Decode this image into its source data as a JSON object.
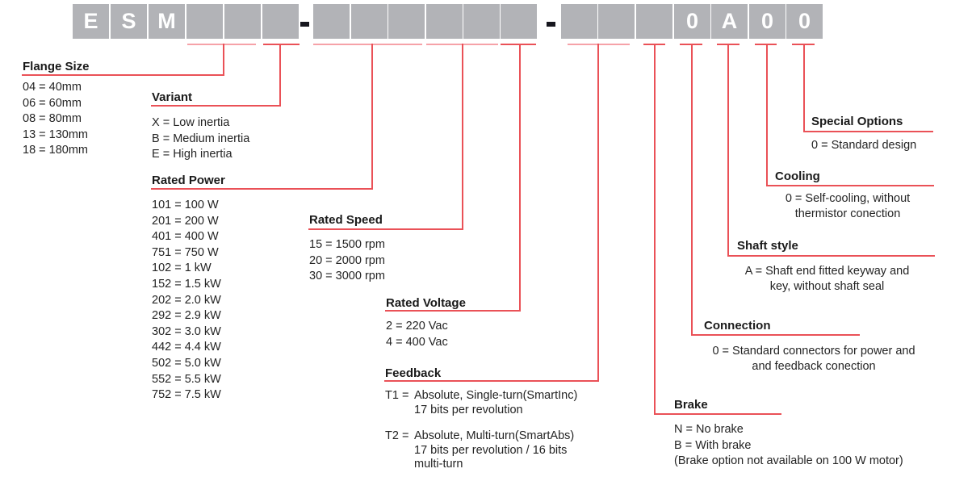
{
  "colors": {
    "box_gray": "#b2b3b7",
    "box_text": "#ffffff",
    "dash": "#16161e",
    "red": "#ea5157",
    "red_light": "#f6a2a8",
    "title_text": "#1a1a1a",
    "body_text": "#242424"
  },
  "model_code": {
    "boxes": [
      "E",
      "S",
      "M",
      "",
      "",
      "",
      "",
      "",
      "",
      "",
      "",
      "",
      "",
      "",
      "",
      "0",
      "A",
      "0",
      "0"
    ],
    "separator": "-"
  },
  "sections": {
    "flange": {
      "title": "Flange Size",
      "items": [
        "04 = 40mm",
        "06 = 60mm",
        "08 = 80mm",
        "13 = 130mm",
        "18 = 180mm"
      ]
    },
    "variant": {
      "title": "Variant",
      "items": [
        "X = Low inertia",
        "B = Medium inertia",
        "E = High inertia"
      ]
    },
    "power": {
      "title": "Rated Power",
      "items": [
        "101 = 100 W",
        "201 = 200 W",
        "401 = 400 W",
        "751 = 750 W",
        "102 = 1 kW",
        "152 = 1.5 kW",
        "202 = 2.0 kW",
        "292 = 2.9 kW",
        "302 = 3.0 kW",
        "442 = 4.4 kW",
        "502 = 5.0 kW",
        "552 = 5.5 kW",
        "752 = 7.5 kW"
      ]
    },
    "speed": {
      "title": "Rated Speed",
      "items": [
        "15 = 1500 rpm",
        "20 = 2000 rpm",
        "30 = 3000 rpm"
      ]
    },
    "voltage": {
      "title": "Rated Voltage",
      "items": [
        "2 = 220 Vac",
        "4 = 400 Vac"
      ]
    },
    "feedback": {
      "title": "Feedback",
      "entries": [
        {
          "code": "T1 =",
          "lines": [
            "Absolute, Single-turn(SmartInc)",
            "17 bits per revolution"
          ]
        },
        {
          "code": "T2 =",
          "lines": [
            "Absolute, Multi-turn(SmartAbs)",
            "17 bits per revolution / 16 bits",
            "multi-turn"
          ]
        }
      ]
    },
    "brake": {
      "title": "Brake",
      "items": [
        "N = No brake",
        "B = With brake",
        "(Brake option not available on 100 W motor)"
      ]
    },
    "connection": {
      "title": "Connection",
      "lines": [
        "0 = Standard connectors for power and",
        "and feedback conection"
      ]
    },
    "shaft": {
      "title": "Shaft style",
      "lines": [
        "A = Shaft end fitted keyway and",
        "key, without shaft seal"
      ]
    },
    "cooling": {
      "title": "Cooling",
      "lines": [
        "0 = Self-cooling, without",
        "thermistor conection"
      ]
    },
    "special": {
      "title": "Special Options",
      "items": [
        "0 = Standard design"
      ]
    }
  }
}
